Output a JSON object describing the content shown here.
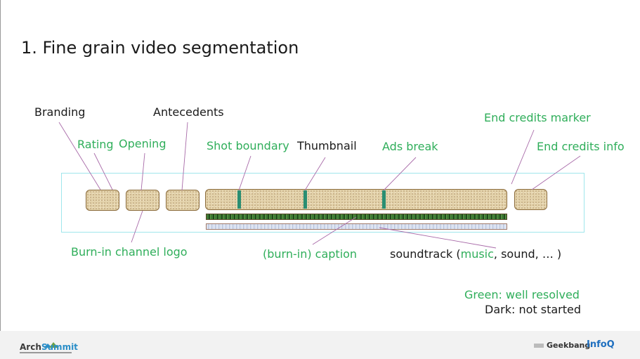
{
  "title": "1. Fine grain video segmentation",
  "labels": {
    "branding": "Branding",
    "rating": "Rating",
    "opening": "Opening",
    "antecedents": "Antecedents",
    "shot_boundary": "Shot boundary",
    "thumbnail": "Thumbnail",
    "ads_break": "Ads break",
    "end_credits_marker": "End credits marker",
    "end_credits_info": "End credits info",
    "burn_in_logo": "Burn-in channel logo",
    "caption": "(burn-in) caption",
    "soundtrack_prefix": "soundtrack (",
    "soundtrack_music": "music",
    "soundtrack_suffix": ", sound, … )"
  },
  "legend": {
    "green": "Green: well resolved",
    "dark": "Dark: not started"
  },
  "footer": {
    "left_logo": "ArchSummit",
    "left_logo_a": "Arch",
    "left_logo_b": "Summit",
    "right_logo_a": "Geekbang",
    "right_logo_b": "InfoQ"
  },
  "colors": {
    "green_text": "#2fae5a",
    "marker": "#2a8e72",
    "frame": "#9fe6ec"
  }
}
